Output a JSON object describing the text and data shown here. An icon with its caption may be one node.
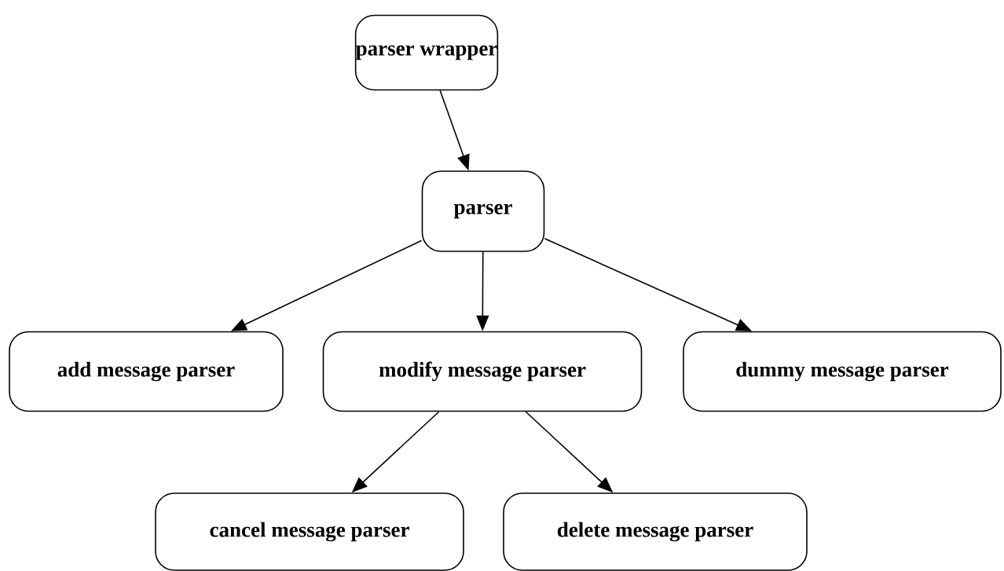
{
  "diagram": {
    "nodes": [
      {
        "text": [
          "parser wrapper"
        ]
      },
      {
        "text": [
          "parser"
        ]
      },
      {
        "text": [
          "add message parser"
        ]
      },
      {
        "text": [
          "modify message parser"
        ]
      },
      {
        "text": [
          "dummy message parser"
        ]
      },
      {
        "text": [
          "cancel message parser"
        ]
      },
      {
        "text": [
          "delete message parser"
        ]
      }
    ],
    "edges": [
      {
        "from": 0,
        "to": 1,
        "arrow": "to"
      },
      {
        "from": 1,
        "to": 2,
        "arrow": "to"
      },
      {
        "from": 1,
        "to": 3,
        "arrow": "to"
      },
      {
        "from": 1,
        "to": 4,
        "arrow": "to"
      },
      {
        "from": 3,
        "to": 5,
        "arrow": "to"
      },
      {
        "from": 3,
        "to": 6,
        "arrow": "to"
      }
    ]
  }
}
